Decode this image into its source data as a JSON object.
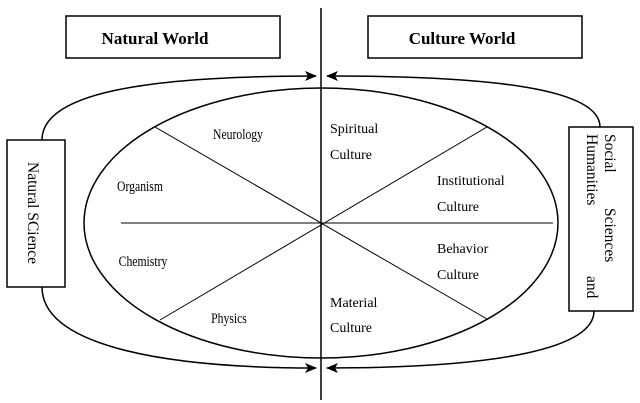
{
  "headers": {
    "natural_world": "Natural World",
    "culture_world": "Culture World"
  },
  "side_boxes": {
    "natural_science": "Natural SCience",
    "humanities_line1": "Humanities",
    "humanities_line1_tail": "and",
    "humanities_line2": "Social",
    "humanities_line2_tail": "Sciences"
  },
  "left_sectors": {
    "neurology": "Neurology",
    "organism": "Organism",
    "chemistry": "Chemistry",
    "physics": "Physics"
  },
  "right_sectors": {
    "spiritual_1": "Spiritual",
    "spiritual_2": "Culture",
    "institutional_1": "Institutional",
    "institutional_2": "Culture",
    "behavior_1": "Behavior",
    "behavior_2": "Culture",
    "material_1": "Material",
    "material_2": "Culture"
  },
  "colors": {
    "line": "#000000",
    "background": "#ffffff"
  }
}
